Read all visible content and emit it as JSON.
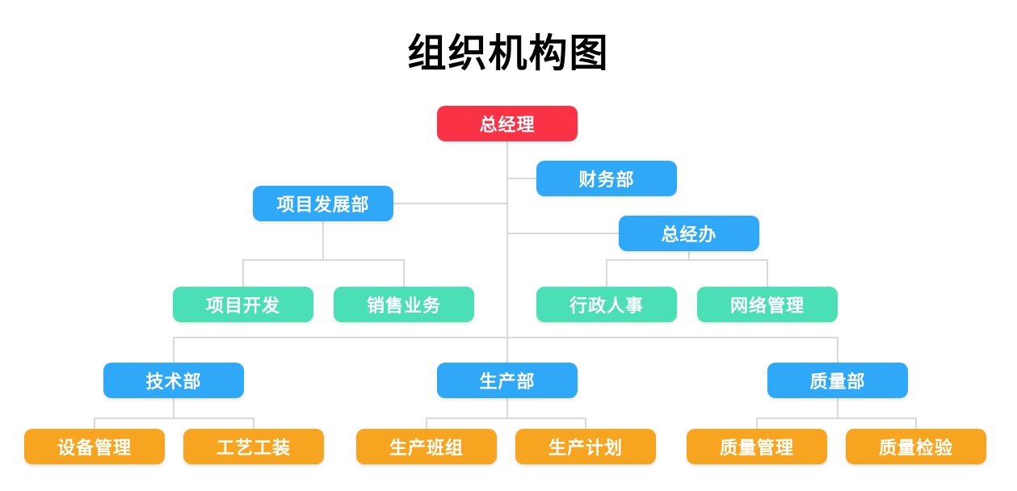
{
  "title": "组织机构图",
  "palette": {
    "red": "#FA3246",
    "blue": "#2EA8F7",
    "teal": "#4ADFB5",
    "orange": "#F7A521",
    "line": "#D9D9D9",
    "title_text": "#000000",
    "node_text": "#FFFFFF"
  },
  "chart_data": {
    "type": "org-chart",
    "title": "组织机构图",
    "root": "总经理",
    "hierarchy": {
      "总经理": [
        "财务部",
        "项目发展部",
        "总经办",
        "技术部",
        "生产部",
        "质量部"
      ],
      "项目发展部": [
        "项目开发",
        "销售业务"
      ],
      "总经办": [
        "行政人事",
        "网络管理"
      ],
      "技术部": [
        "设备管理",
        "工艺工装"
      ],
      "生产部": [
        "生产班组",
        "生产计划"
      ],
      "质量部": [
        "质量管理",
        "质量检验"
      ]
    }
  },
  "nodes": [
    {
      "label": "总经理",
      "role": "general-manager",
      "parent": null,
      "color": "red"
    },
    {
      "label": "财务部",
      "role": "finance-dept",
      "parent": "总经理",
      "color": "blue"
    },
    {
      "label": "项目发展部",
      "role": "project-development-dept",
      "parent": "总经理",
      "color": "blue"
    },
    {
      "label": "总经办",
      "role": "gm-office",
      "parent": "总经理",
      "color": "blue"
    },
    {
      "label": "项目开发",
      "role": "project-development",
      "parent": "项目发展部",
      "color": "teal"
    },
    {
      "label": "销售业务",
      "role": "sales-business",
      "parent": "项目发展部",
      "color": "teal"
    },
    {
      "label": "行政人事",
      "role": "admin-hr",
      "parent": "总经办",
      "color": "teal"
    },
    {
      "label": "网络管理",
      "role": "network-management",
      "parent": "总经办",
      "color": "teal"
    },
    {
      "label": "技术部",
      "role": "technology-dept",
      "parent": "总经理",
      "color": "blue"
    },
    {
      "label": "生产部",
      "role": "production-dept",
      "parent": "总经理",
      "color": "blue"
    },
    {
      "label": "质量部",
      "role": "quality-dept",
      "parent": "总经理",
      "color": "blue"
    },
    {
      "label": "设备管理",
      "role": "equipment-management",
      "parent": "技术部",
      "color": "orange"
    },
    {
      "label": "工艺工装",
      "role": "process-tooling",
      "parent": "技术部",
      "color": "orange"
    },
    {
      "label": "生产班组",
      "role": "production-team",
      "parent": "生产部",
      "color": "orange"
    },
    {
      "label": "生产计划",
      "role": "production-planning",
      "parent": "生产部",
      "color": "orange"
    },
    {
      "label": "质量管理",
      "role": "quality-management",
      "parent": "质量部",
      "color": "orange"
    },
    {
      "label": "质量检验",
      "role": "quality-inspection",
      "parent": "质量部",
      "color": "orange"
    }
  ]
}
